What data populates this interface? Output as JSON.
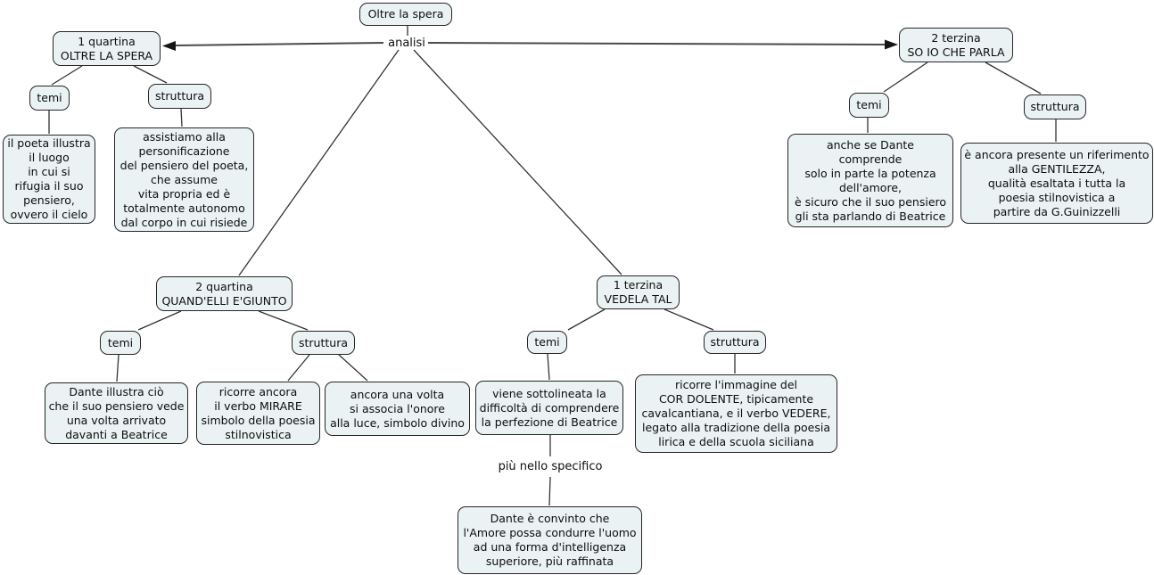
{
  "colors": {
    "node_fill": "#eaf2f3",
    "node_border": "#262626",
    "line": "#333333",
    "connector": "#4a4a4a"
  },
  "map": {
    "root": "Oltre la spera",
    "connector_label": "analisi",
    "quartina1": {
      "title": "1 quartina\nOLTRE LA SPERA",
      "temi_label": "temi",
      "struttura_label": "struttura",
      "temi_note": "il poeta illustra\nil luogo\nin cui si\nrifugia il suo\npensiero,\novvero il cielo",
      "struttura_note": "assistiamo alla\npersonificazione\ndel pensiero del poeta,\nche assume\nvita propria ed è\ntotalmente autonomo\ndal corpo in cui risiede"
    },
    "terzina2": {
      "title": "2 terzina\nSO IO CHE PARLA",
      "temi_label": "temi",
      "struttura_label": "struttura",
      "temi_note": "anche se Dante\ncomprende\nsolo in parte la potenza\ndell'amore,\nè sicuro che il suo pensiero\ngli sta parlando di Beatrice",
      "struttura_note": "è ancora presente un riferimento\nalla GENTILEZZA,\nqualità esaltata i  tutta la\npoesia stilnovistica a\npartire da G.Guinizzelli"
    },
    "quartina2": {
      "title": "2 quartina\nQUAND'ELLI E'GIUNTO",
      "temi_label": "temi",
      "struttura_label": "struttura",
      "temi_note": "Dante illustra ciò\nche il suo pensiero vede\nuna volta arrivato\ndavanti a Beatrice",
      "struttura_notes": [
        "ricorre ancora\nil verbo MIRARE\nsimbolo della poesia\nstilnovistica",
        "ancora una volta\nsi associa l'onore\nalla luce, simbolo divino"
      ]
    },
    "terzina1": {
      "title": "1 terzina\nVEDELA TAL",
      "temi_label": "temi",
      "struttura_label": "struttura",
      "temi_note": "viene sottolineata la\ndifficoltà di comprendere\nla perfezione di Beatrice",
      "struttura_note": "ricorre l'immagine del\nCOR DOLENTE, tipicamente\ncavalcantiana, e il verbo VEDERE,\nlegato alla tradizione della poesia\nlirica e della scuola siciliana",
      "detail_label": "più nello specifico",
      "detail_note": "Dante è convinto che\nl'Amore possa condurre l'uomo\nad una forma d'intelligenza\nsuperiore, più raffinata"
    }
  }
}
